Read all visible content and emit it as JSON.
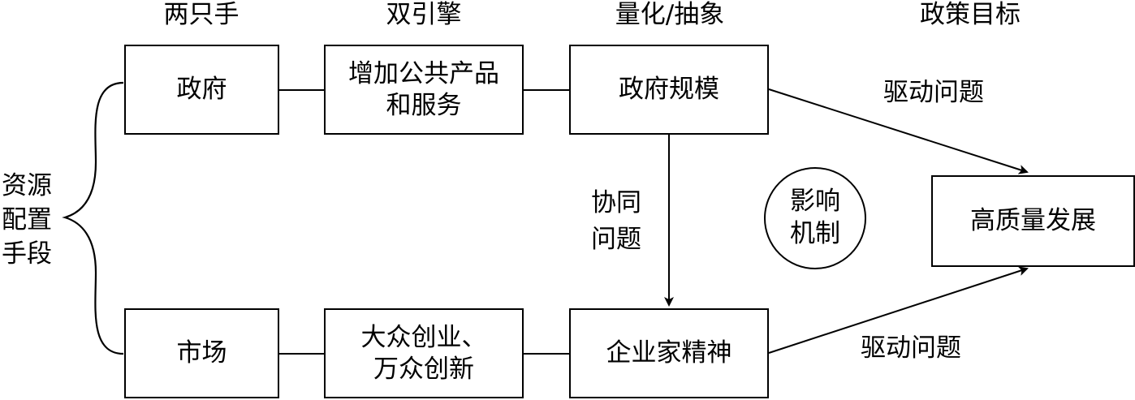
{
  "headers": {
    "col1": "两只手",
    "col2": "双引擎",
    "col3": "量化/抽象",
    "col4": "政策目标"
  },
  "side_label": "资源\n配置\n手段",
  "boxes": {
    "government": "政府",
    "public_goods": "增加公共产品\n和服务",
    "gov_scale": "政府规模",
    "market": "市场",
    "entrepreneurship_mass": "大众创业、\n万众创新",
    "entrepreneurship_spirit": "企业家精神",
    "high_quality": "高质量发展"
  },
  "circle_label": "影响\n机制",
  "edge_labels": {
    "drive_top": "驱动问题",
    "drive_bottom": "驱动问题",
    "synergy": "协同\n问题"
  }
}
